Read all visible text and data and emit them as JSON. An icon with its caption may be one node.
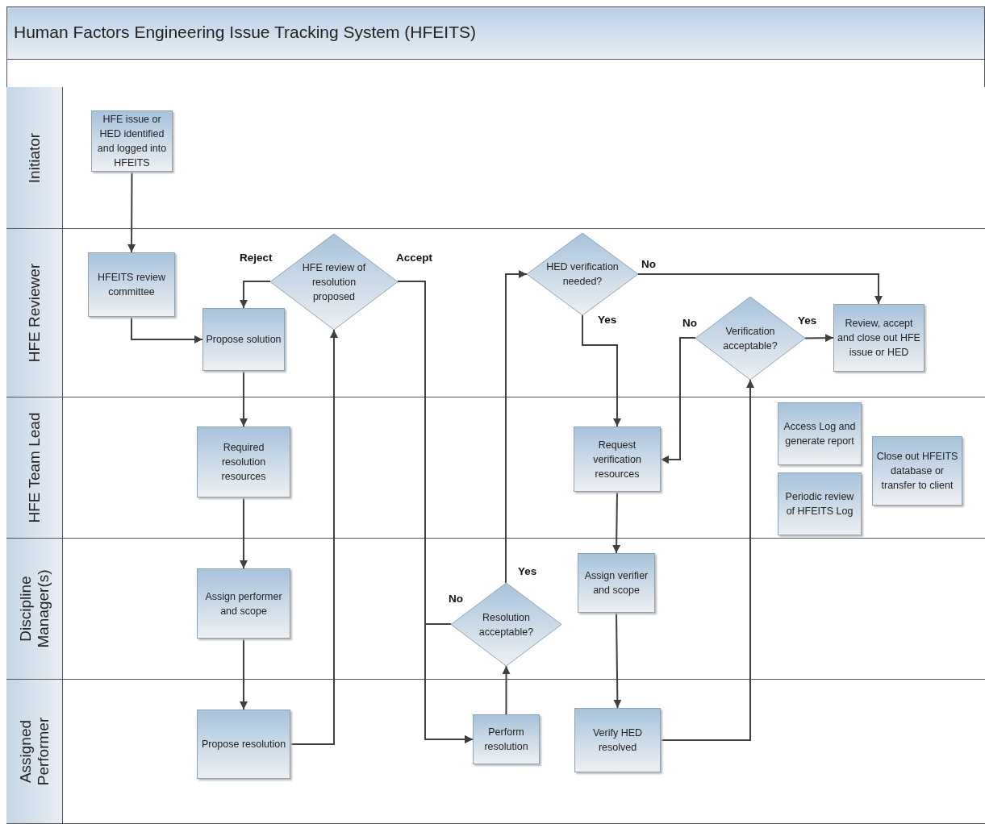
{
  "diagram": {
    "title": "Human Factors Engineering Issue Tracking System (HFEITS)",
    "nodes": [
      {
        "text": [
          "Initiator"
        ]
      },
      {
        "text": [
          "HFE issue or HED identified and logged into HFEITS"
        ],
        "in": 0
      },
      {
        "text": [
          "HFE Reviewer"
        ]
      },
      {
        "text": [
          "HFEITS review committee"
        ],
        "in": 2
      },
      {
        "text": [
          "HFE review of resolution proposed"
        ],
        "in": 2
      },
      {
        "text": [
          "Propose solution"
        ],
        "in": 2
      },
      {
        "text": [
          "HED verification needed?"
        ],
        "in": 2
      },
      {
        "text": [
          "Verification acceptable?"
        ],
        "in": 2
      },
      {
        "text": [
          "Review, accept and close out HFE issue or HED"
        ],
        "in": 2
      },
      {
        "text": [
          "HFE Team Lead"
        ]
      },
      {
        "text": [
          "Required resolution resources"
        ],
        "in": 9
      },
      {
        "text": [
          "Request verification resources"
        ],
        "in": 9
      },
      {
        "text": [
          "Access Log and generate report"
        ],
        "in": 9
      },
      {
        "text": [
          "Periodic review of HFEITS Log"
        ],
        "in": 9
      },
      {
        "text": [
          "Close out HFEITS database or transfer to client"
        ],
        "in": 9
      },
      {
        "text": [
          "Discipline Manager(s)"
        ]
      },
      {
        "text": [
          "Assign performer and scope"
        ],
        "in": 15
      },
      {
        "text": [
          "Resolution acceptable?"
        ],
        "in": 15
      },
      {
        "text": [
          "Assign verifier and scope"
        ],
        "in": 15
      },
      {
        "text": [
          "Assigned Performer"
        ]
      },
      {
        "text": [
          "Propose resolution"
        ],
        "in": 19
      },
      {
        "text": [
          "Perform resolution"
        ],
        "in": 19
      },
      {
        "text": [
          "Verify HED resolved"
        ],
        "in": 19
      }
    ],
    "edges": [
      {
        "from": 1,
        "to": 3,
        "arrow": "to"
      },
      {
        "from": 3,
        "to": 5,
        "arrow": "to"
      },
      {
        "from": 4,
        "to": 5,
        "arrow": "to",
        "label": "Reject"
      },
      {
        "from": 5,
        "to": 10,
        "arrow": "to"
      },
      {
        "from": 10,
        "to": 16,
        "arrow": "to"
      },
      {
        "from": 16,
        "to": 20,
        "arrow": "to"
      },
      {
        "from": 20,
        "to": 4,
        "arrow": "to"
      },
      {
        "from": 4,
        "to": 21,
        "arrow": "to",
        "label": "Accept"
      },
      {
        "from": 21,
        "to": 17,
        "arrow": "to"
      },
      {
        "from": 17,
        "to": 6,
        "arrow": "to",
        "label": "Yes"
      },
      {
        "from": 17,
        "to": 21,
        "arrow": "to",
        "label": "No"
      },
      {
        "from": 6,
        "to": 8,
        "arrow": "to",
        "label": "No"
      },
      {
        "from": 6,
        "to": 11,
        "arrow": "to",
        "label": "Yes"
      },
      {
        "from": 11,
        "to": 18,
        "arrow": "to"
      },
      {
        "from": 18,
        "to": 22,
        "arrow": "to"
      },
      {
        "from": 22,
        "to": 7,
        "arrow": "to"
      },
      {
        "from": 7,
        "to": 8,
        "arrow": "to",
        "label": "Yes"
      },
      {
        "from": 7,
        "to": 11,
        "arrow": "to",
        "label": "No"
      }
    ]
  }
}
